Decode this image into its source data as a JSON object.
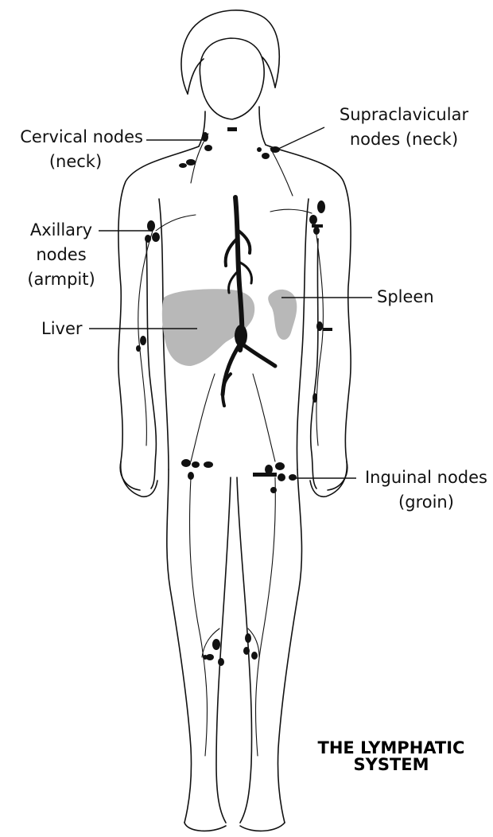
{
  "labels": {
    "cervical_line1": "Cervical nodes",
    "cervical_line2": "(neck)",
    "supraclavicular_line1": "Supraclavicular",
    "supraclavicular_line2": "nodes (neck)",
    "axillary_line1": "Axillary",
    "axillary_line2": "nodes",
    "axillary_line3": "(armpit)",
    "spleen": "Spleen",
    "liver": "Liver",
    "inguinal_line1": "Inguinal nodes",
    "inguinal_line2": "(groin)"
  },
  "title": {
    "line1": "THE LYMPHATIC",
    "line2": "SYSTEM"
  },
  "colors": {
    "outline": "#111111",
    "node": "#111111",
    "organ": "#b8b8b8",
    "background": "#ffffff"
  }
}
